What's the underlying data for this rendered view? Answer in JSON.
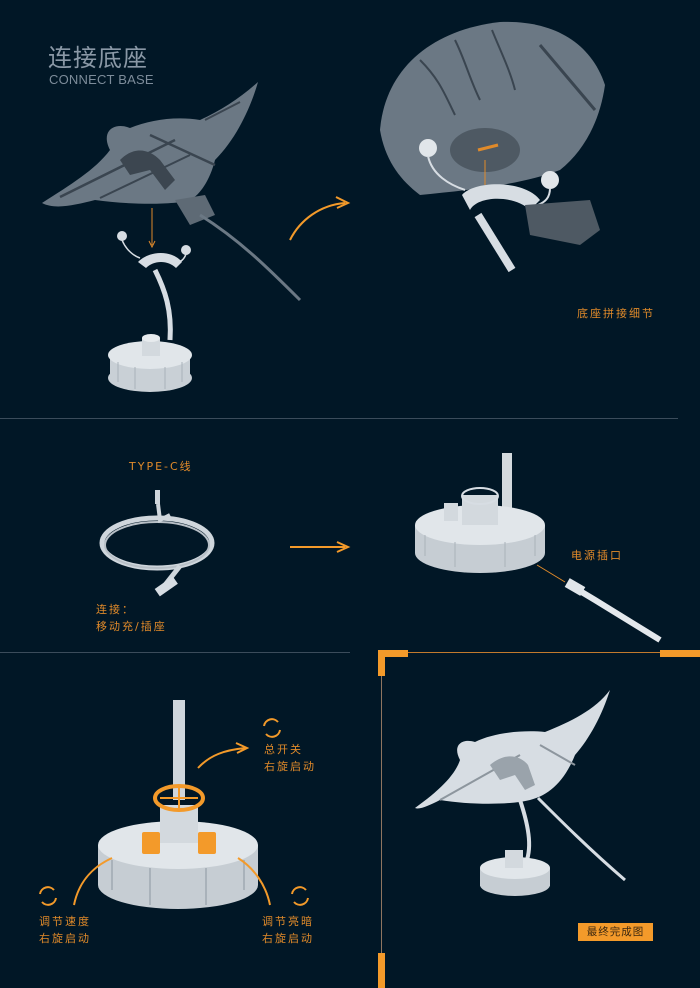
{
  "header": {
    "title_cn": "连接底座",
    "title_en": "CONNECT BASE"
  },
  "section1": {
    "detail_caption": "底座拼接细节",
    "images": [
      "manta-ray-exploded-view",
      "base-connection-closeup"
    ]
  },
  "section2": {
    "cable_label": "TYPE-C线",
    "connect_label_line1": "连接：",
    "connect_label_line2": "移动充/插座",
    "port_label": "电源插口",
    "images": [
      "type-c-cable-coil",
      "base-with-power-port"
    ]
  },
  "section3": {
    "main_switch_line1": "总开关",
    "main_switch_line2": "右旋启动",
    "speed_line1": "调节速度",
    "speed_line2": "右旋启动",
    "brightness_line1": "调节亮暗",
    "brightness_line2": "右旋启动",
    "final_badge": "最终完成图",
    "images": [
      "base-controls",
      "final-assembled-manta"
    ]
  },
  "colors": {
    "background": "#011726",
    "accent": "#f39a2a",
    "accent_text": "#e08a2a",
    "title": "#8a98a6",
    "divider": "#3b4c5b",
    "model_dark": "#6b7884",
    "model_light": "#d7dde3"
  },
  "icons": {
    "rotate": "rotate-cw-icon",
    "arrow": "arrow-right-icon",
    "curved_arrow": "curved-arrow-icon"
  }
}
